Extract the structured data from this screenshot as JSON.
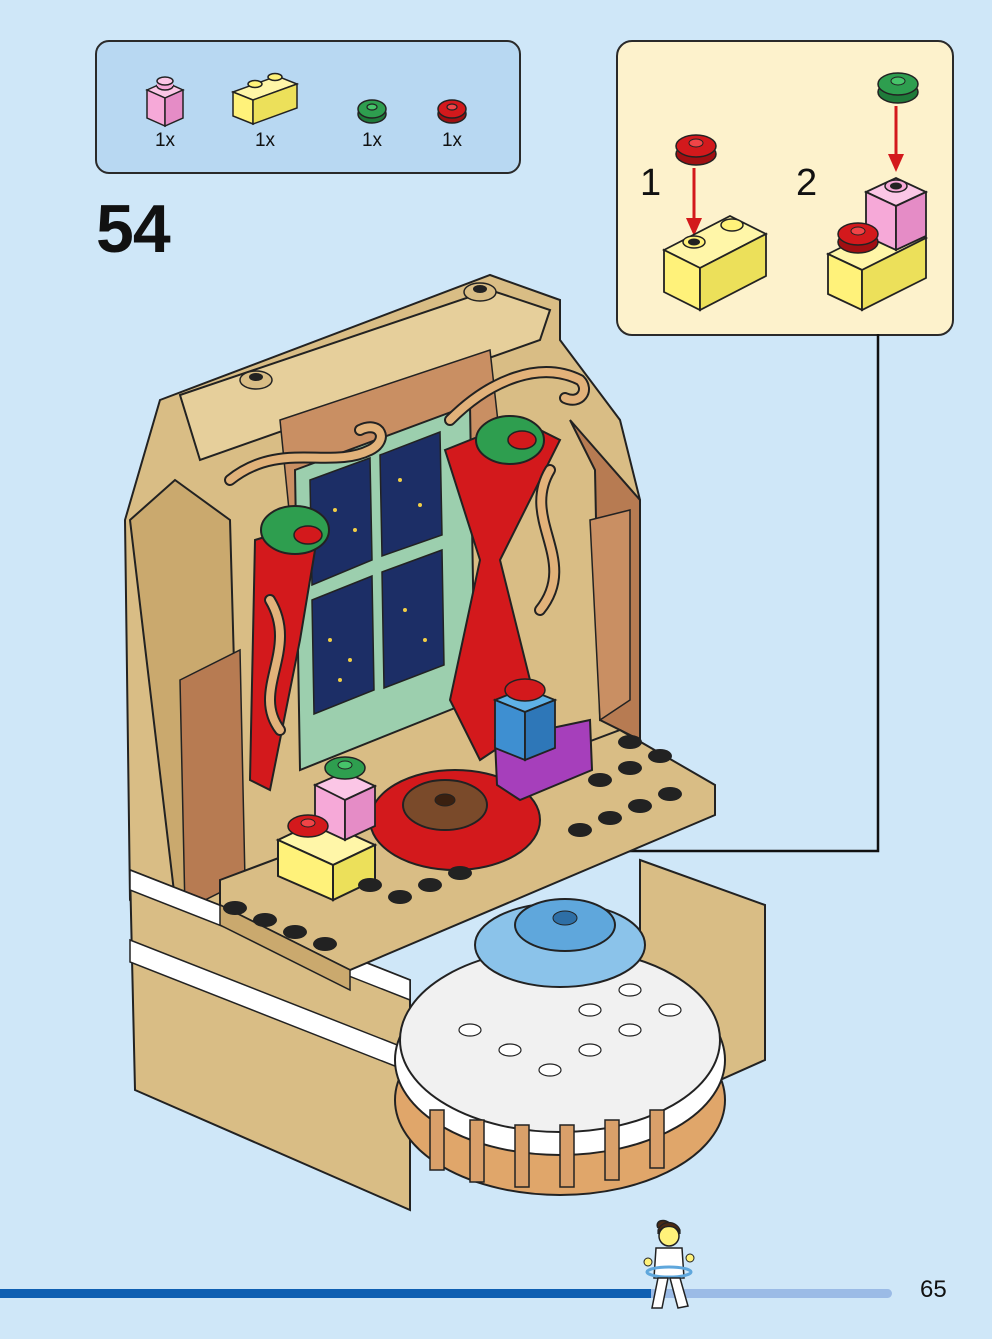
{
  "parts_list": {
    "items": [
      {
        "icon": "pink-1x1-brick-icon",
        "color": "#f6a9d8",
        "quantity": "1x"
      },
      {
        "icon": "yellow-1x2-brick-icon",
        "color": "#fff27a",
        "quantity": "1x"
      },
      {
        "icon": "green-flower-plate-icon",
        "color": "#2e9e4f",
        "quantity": "1x"
      },
      {
        "icon": "red-flower-plate-icon",
        "color": "#d3191c",
        "quantity": "1x"
      }
    ]
  },
  "step": {
    "number": "54"
  },
  "sub_build": {
    "steps": [
      {
        "label": "1"
      },
      {
        "label": "2"
      }
    ]
  },
  "colors": {
    "background": "#cfe7f8",
    "parts_panel": "#b8d8f2",
    "sub_build_panel": "#fdf2cc",
    "progress_track": "#9bbbe6",
    "progress_fill": "#0e5fb2"
  },
  "progress": {
    "fraction": 0.73
  },
  "page": {
    "number": "65"
  }
}
